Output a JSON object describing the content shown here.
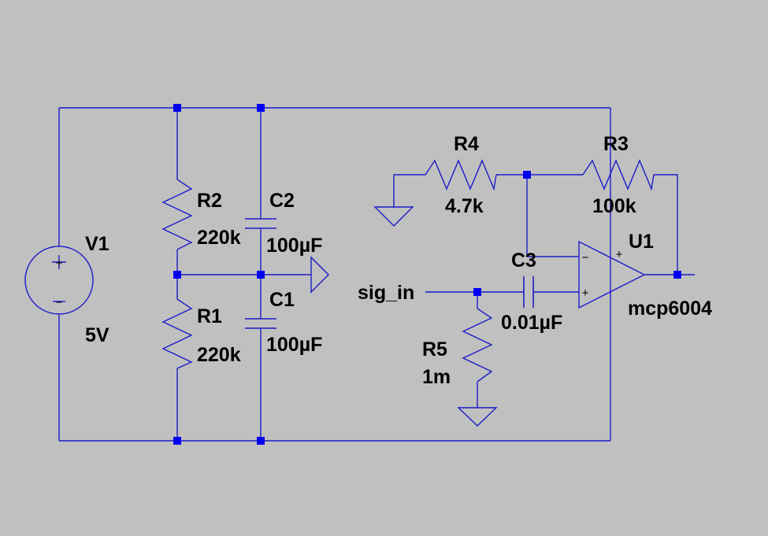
{
  "schematic": {
    "background_color": "#c0c0c0",
    "wire_color": "#1c1cc8",
    "junction_color": "#0000f0",
    "text_color": "#000000",
    "components": [
      {
        "ref": "V1",
        "value": "5V",
        "type": "voltage-source"
      },
      {
        "ref": "R1",
        "value": "220k",
        "type": "resistor"
      },
      {
        "ref": "R2",
        "value": "220k",
        "type": "resistor"
      },
      {
        "ref": "C1",
        "value": "100µF",
        "type": "capacitor"
      },
      {
        "ref": "C2",
        "value": "100µF",
        "type": "capacitor"
      },
      {
        "ref": "C3",
        "value": "0.01µF",
        "type": "capacitor"
      },
      {
        "ref": "R3",
        "value": "100k",
        "type": "resistor"
      },
      {
        "ref": "R4",
        "value": "4.7k",
        "type": "resistor"
      },
      {
        "ref": "R5",
        "value": "1m",
        "type": "resistor"
      },
      {
        "ref": "U1",
        "value": "mcp6004",
        "type": "op-amp"
      }
    ],
    "net_labels": {
      "signal_input": "sig_in"
    },
    "source_symbols": {
      "plus": "+",
      "minus": "−"
    },
    "opamp_pins": {
      "minus": "−",
      "plus": "+",
      "supply_plus": "+"
    }
  }
}
